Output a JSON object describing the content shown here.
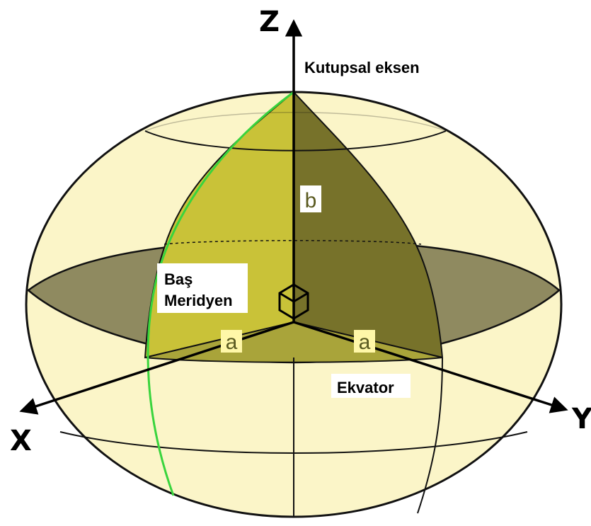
{
  "labels": {
    "z_axis": "Z",
    "x_axis": "X",
    "y_axis": "Y",
    "polar_axis": "Kutupsal eksen",
    "semi_minor": "b",
    "semi_major_left": "a",
    "semi_major_right": "a",
    "prime_meridian_line1": "Baş",
    "prime_meridian_line2": "Meridyen",
    "equator": "Ekvator"
  },
  "colors": {
    "ellipsoid_fill": "#fbf5c8",
    "ellipsoid_stroke": "#111111",
    "equatorial_plane": "#8f8a60",
    "front_octant_wedge": "#c9c238",
    "back_octant_wedge": "#77722a",
    "lower_wedge": "#a9a43a",
    "prime_meridian_line": "#39d43d",
    "axis_color": "#000000",
    "label_box": "#ffffff"
  }
}
